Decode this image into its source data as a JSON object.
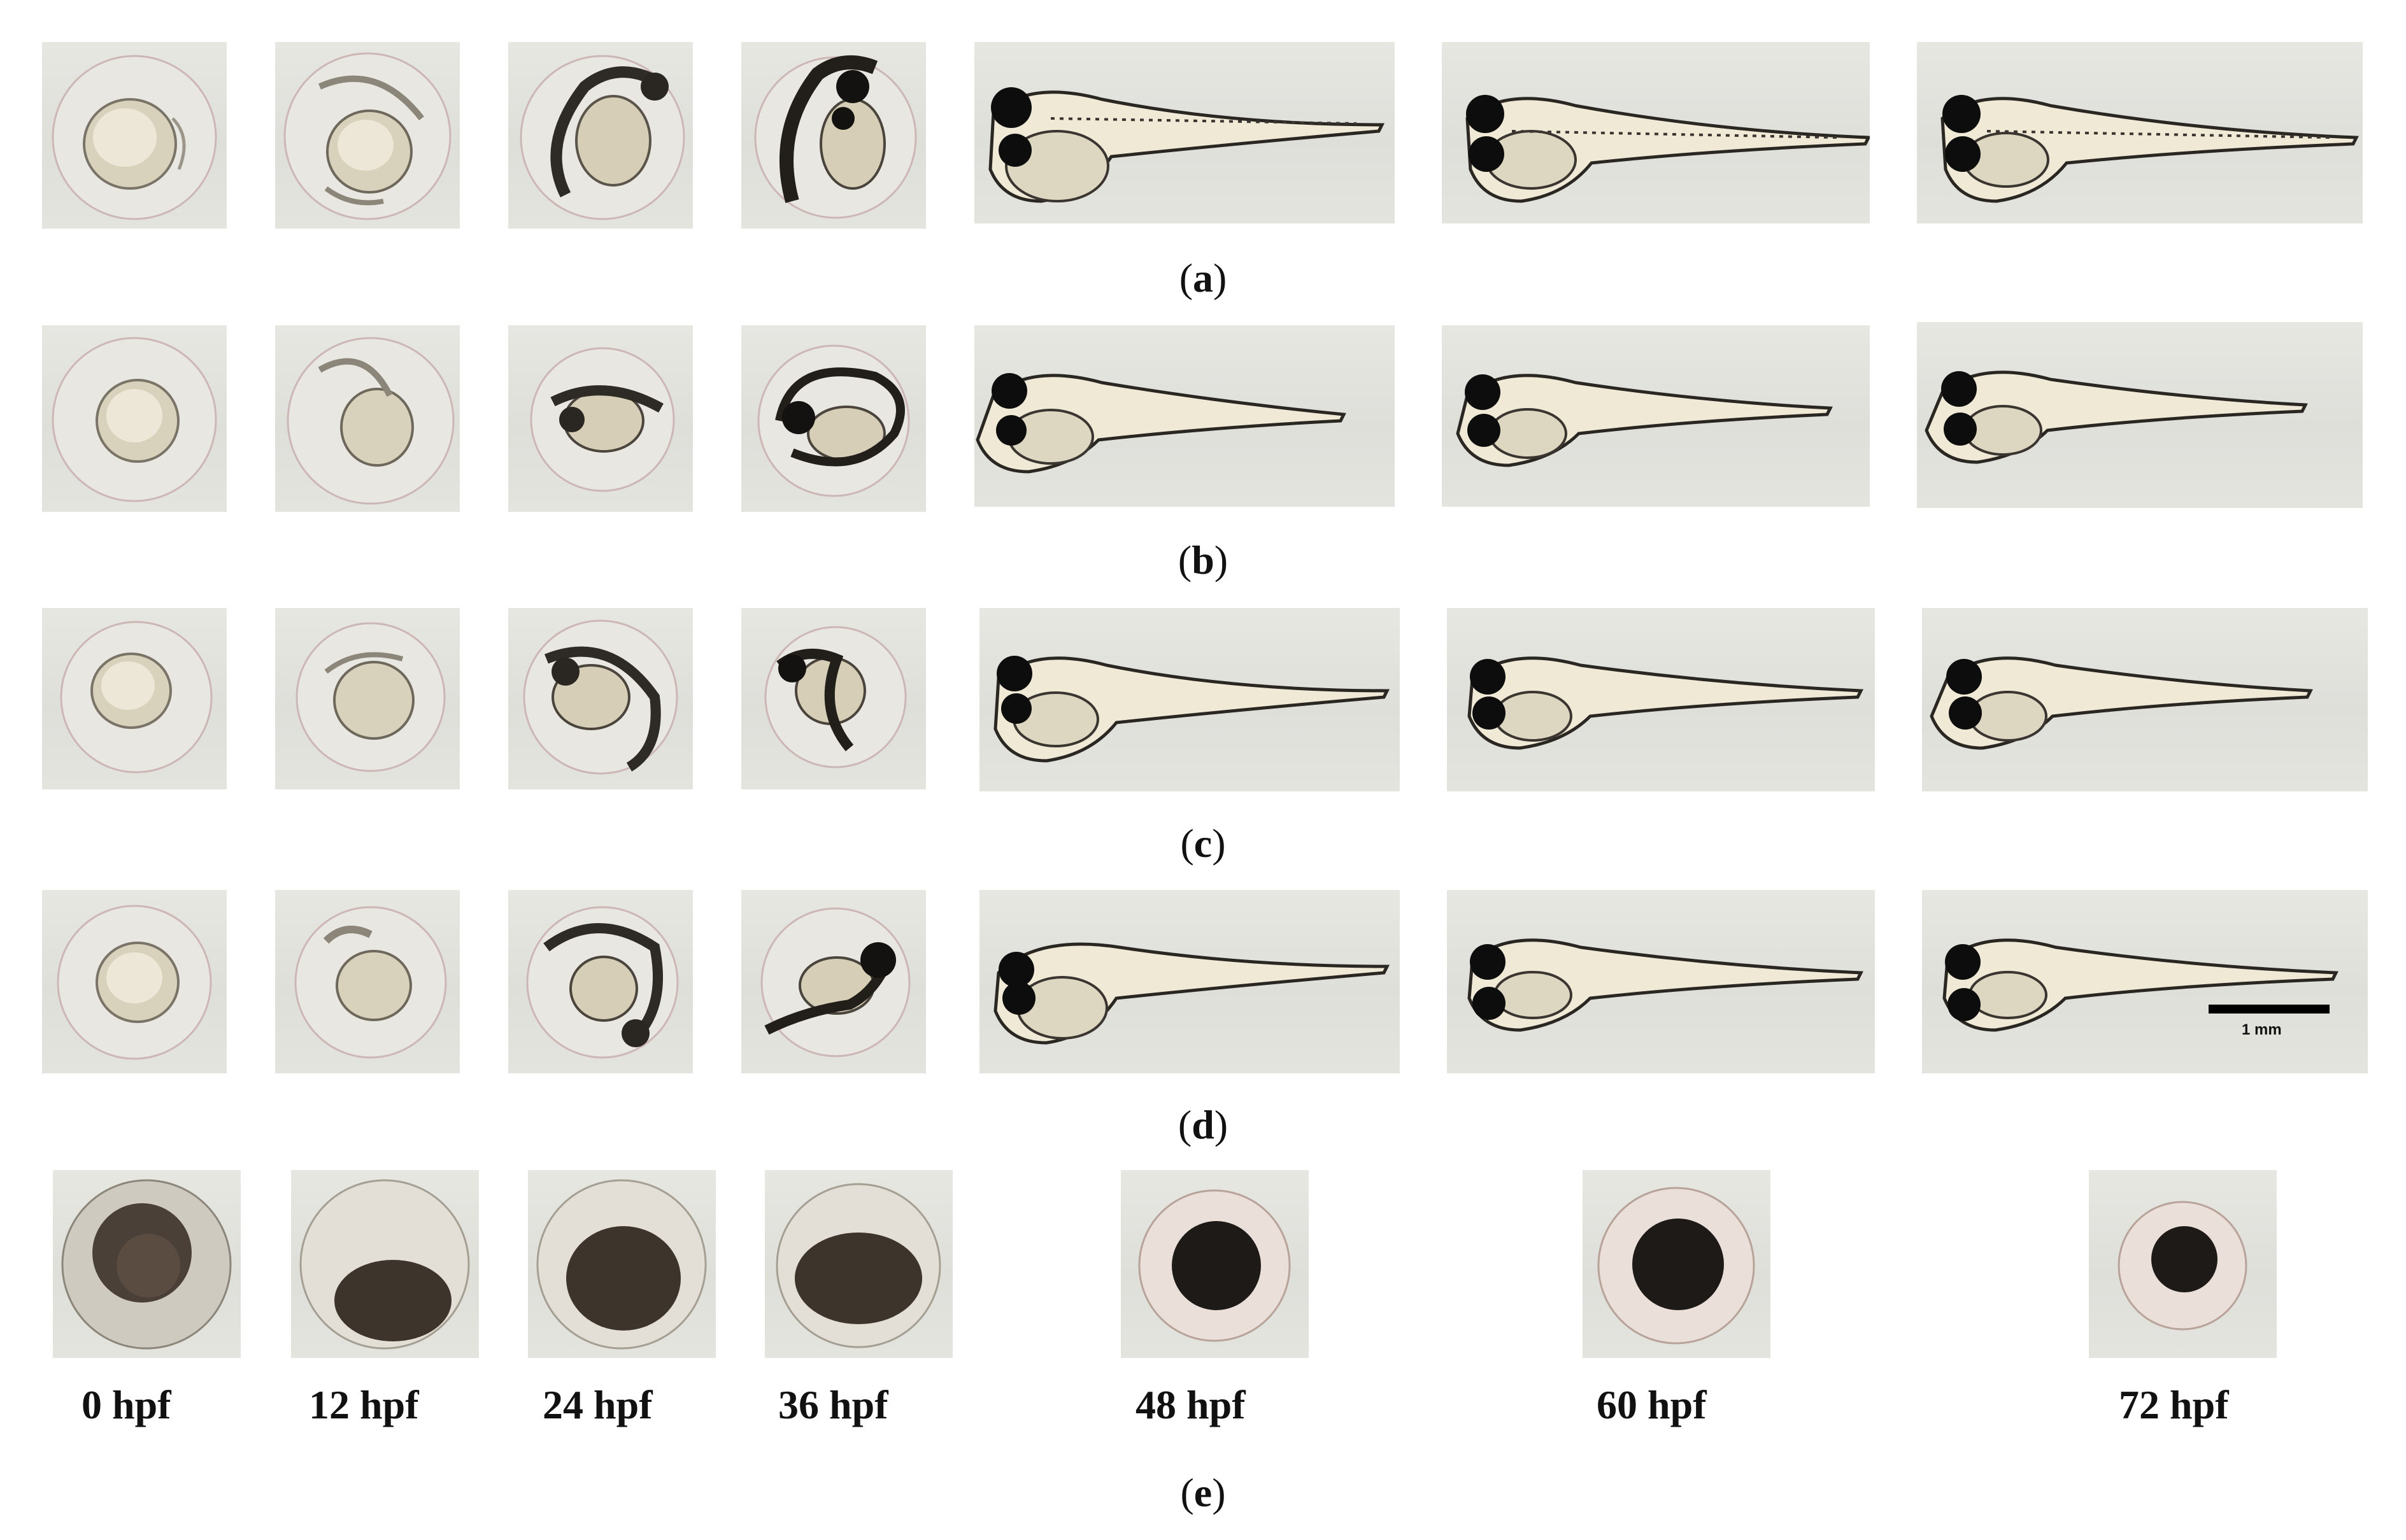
{
  "rows": [
    {
      "id": "a",
      "label": "a"
    },
    {
      "id": "b",
      "label": "b"
    },
    {
      "id": "c",
      "label": "c"
    },
    {
      "id": "d",
      "label": "d"
    },
    {
      "id": "e",
      "label": "e"
    }
  ],
  "time_labels": [
    "0 hpf",
    "12 hpf",
    "24 hpf",
    "36 hpf",
    "48 hpf",
    "60 hpf",
    "72 hpf"
  ],
  "scale_bar": {
    "label": "1 mm"
  },
  "colors": {
    "background": "#ffffff",
    "tile": "#e2e2dd",
    "yolk": "#e8e2cf",
    "pigment": "#1a1614",
    "eye": "#0d0d0d"
  }
}
